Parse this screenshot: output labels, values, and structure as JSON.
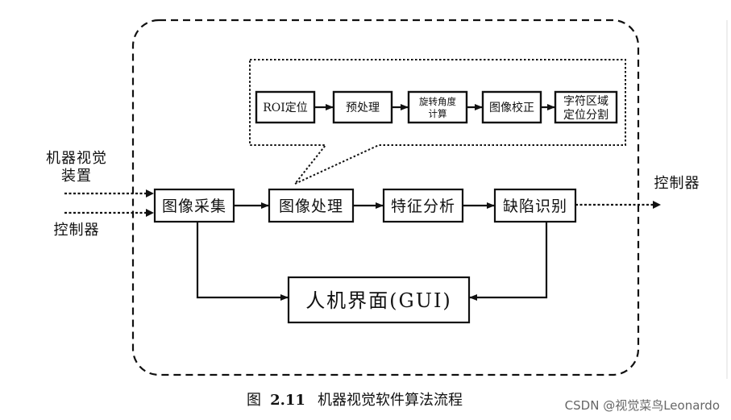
{
  "inputs": {
    "vision_device_line1": "机器视觉",
    "vision_device_line2": "装置",
    "controller_in": "控制器"
  },
  "output": {
    "controller_out": "控制器"
  },
  "main_steps": {
    "acquisition": "图像采集",
    "processing": "图像处理",
    "feature": "特征分析",
    "defect": "缺陷识别"
  },
  "gui": "人机界面(GUI)",
  "sub_steps": {
    "roi": "ROI定位",
    "preprocess": "预处理",
    "rotation_line1": "旋转角度",
    "rotation_line2": "计算",
    "correction": "图像校正",
    "char_line1": "字符区域",
    "char_line2": "定位分割"
  },
  "caption": {
    "prefix": "图",
    "number": "2.11",
    "title": "机器视觉软件算法流程"
  },
  "watermark": "CSDN @视觉菜鸟Leonardo",
  "colors": {
    "stroke": "#111111",
    "background": "#ffffff",
    "watermark": "#666666"
  }
}
